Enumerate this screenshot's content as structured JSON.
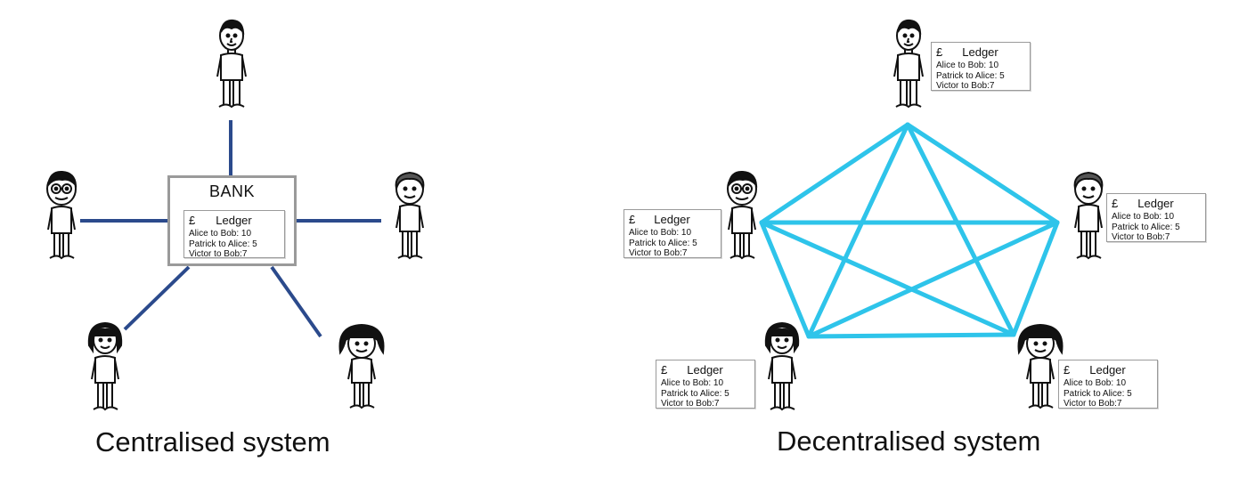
{
  "colors": {
    "centralised_link": "#2b4a8c",
    "decentralised_link": "#2ec4ea",
    "bank_border": "#9a9a9a",
    "ledger_border": "#9a9a9a"
  },
  "centralised": {
    "bank_label": "BANK",
    "ledger": {
      "currency": "£",
      "title": "Ledger",
      "entries": [
        "Alice to Bob: 10",
        "Patrick to Alice: 5",
        "Victor to Bob:7"
      ]
    },
    "caption": "Centralised system"
  },
  "decentralised": {
    "ledgers": [
      {
        "currency": "£",
        "title": "Ledger",
        "entries": [
          "Alice to Bob: 10",
          "Patrick to Alice: 5",
          "Victor to Bob:7"
        ]
      },
      {
        "currency": "£",
        "title": "Ledger",
        "entries": [
          "Alice to Bob: 10",
          "Patrick to Alice: 5",
          "Victor to Bob:7"
        ]
      },
      {
        "currency": "£",
        "title": "Ledger",
        "entries": [
          "Alice to Bob: 10",
          "Patrick to Alice: 5",
          "Victor to Bob:7"
        ]
      },
      {
        "currency": "£",
        "title": "Ledger",
        "entries": [
          "Alice to Bob: 10",
          "Patrick to Alice: 5",
          "Victor to Bob:7"
        ]
      },
      {
        "currency": "£",
        "title": "Ledger",
        "entries": [
          "Alice to Bob: 10",
          "Patrick to Alice: 5",
          "Victor to Bob:7"
        ]
      }
    ],
    "caption": "Decentralised system"
  }
}
